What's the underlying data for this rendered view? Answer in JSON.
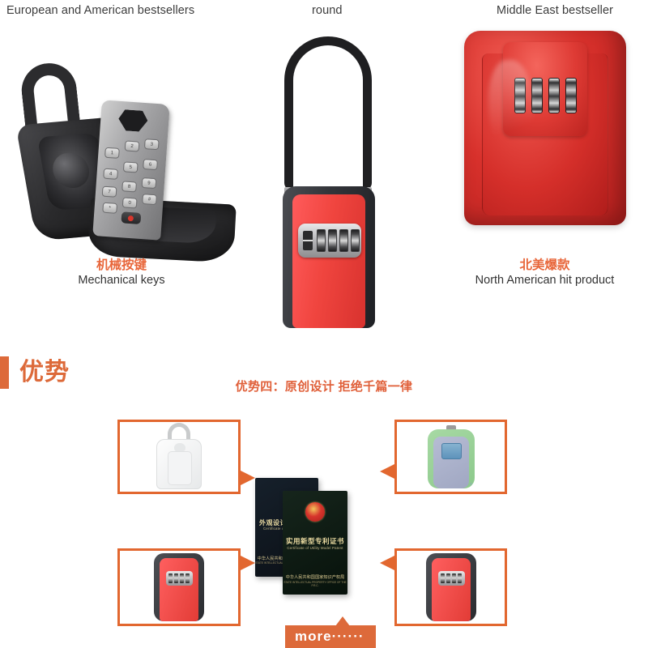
{
  "page": {
    "background": "#ffffff",
    "accent_orange": "#dd6a3a",
    "accent_orange_border": "#e2672f",
    "caption_orange": "#e8663a",
    "product_red": "#e23c36"
  },
  "top_captions": [
    {
      "text": "European and American bestsellers"
    },
    {
      "text": "round"
    },
    {
      "text": "Middle East bestseller"
    }
  ],
  "products": [
    {
      "name": "open-black-keybox",
      "caption_cn": "机械按键",
      "caption_en": "Mechanical keys",
      "keypad": [
        "1",
        "2",
        "3",
        "4",
        "5",
        "6",
        "7",
        "8",
        "9",
        "*",
        "0",
        "#"
      ]
    },
    {
      "name": "red-cable-keybox",
      "caption_cn": "",
      "caption_en": ""
    },
    {
      "name": "red-wall-keybox",
      "caption_cn": "北美爆款",
      "caption_en": "North American hit product"
    }
  ],
  "advantage": {
    "heading": "优势",
    "subtitle": "优势四：原创设计 拒绝千篇一律"
  },
  "patent_boxes": [
    {
      "name": "white-keybox-sketch",
      "tail": "right"
    },
    {
      "name": "green-keybox-sketch",
      "tail": "left"
    },
    {
      "name": "red-keybox-sketch-left",
      "tail": "right"
    },
    {
      "name": "red-keybox-sketch-right",
      "tail": "left"
    }
  ],
  "certificates": [
    {
      "title_cn": "外观设计专利证书",
      "title_en": "Certificate of Design Patent",
      "org_cn": "中华人民共和国国家知识产权局",
      "org_en": "STATE INTELLECTUAL PROPERTY OFFICE OF THE P.R.C."
    },
    {
      "title_cn": "实用新型专利证书",
      "title_en": "Certificate of Utility Model Patent",
      "org_cn": "中华人民共和国国家知识产权局",
      "org_en": "STATE INTELLECTUAL PROPERTY OFFICE OF THE P.R.C."
    }
  ],
  "more_button": {
    "label": "more······"
  }
}
